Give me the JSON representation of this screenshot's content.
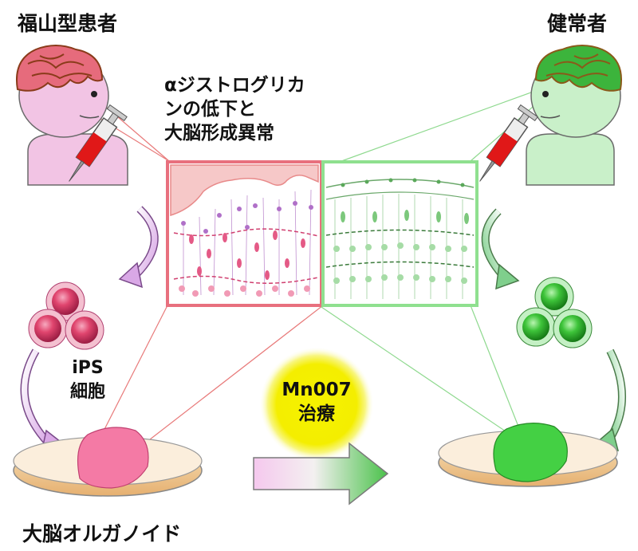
{
  "labels": {
    "fukuyama_patient": "福山型患者",
    "healthy": "健常者",
    "caption_lines": [
      "αジストログリカ",
      "ンの低下と",
      "大脳形成異常"
    ],
    "ips_lines": [
      "iPS",
      "細胞"
    ],
    "organoid": "大脳オルガノイド",
    "treatment_lines": [
      "Mn007",
      "治療"
    ]
  },
  "colors": {
    "patient_pink": "#e85c82",
    "patient_skin": "#f2c4e4",
    "healthy_green": "#3cc43c",
    "healthy_skin": "#c9f0c9",
    "treatment_glow": "#f4f000"
  }
}
